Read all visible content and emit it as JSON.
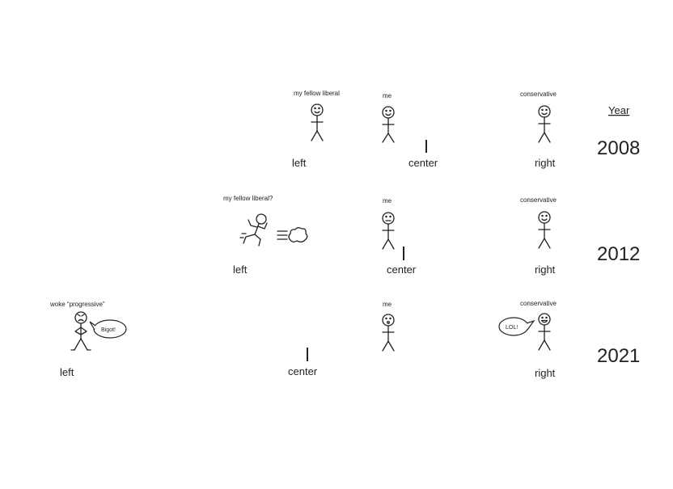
{
  "year_header": "Year",
  "panels": [
    {
      "year": "2008",
      "axis": {
        "left": "left",
        "center": "center",
        "right": "right"
      },
      "labels": {
        "liberal": "my fellow liberal",
        "me": "me",
        "conservative": "conservative"
      }
    },
    {
      "year": "2012",
      "axis": {
        "left": "left",
        "center": "center",
        "right": "right"
      },
      "labels": {
        "liberal": "my fellow liberal?",
        "me": "me",
        "conservative": "conservative"
      }
    },
    {
      "year": "2021",
      "axis": {
        "left": "left",
        "center": "center",
        "right": "right"
      },
      "labels": {
        "liberal": "woke “progressive”",
        "me": "me",
        "conservative": "conservative"
      },
      "bubbles": {
        "liberal": "Bigot!",
        "conservative": "LOL!"
      }
    }
  ],
  "colors": {
    "left": "#4a7fc1",
    "right": "#e0574f",
    "ink": "#222222"
  },
  "icons": [
    "stick-figure-icon",
    "running-figure-icon",
    "dust-cloud-icon",
    "speech-bubble-icon"
  ]
}
